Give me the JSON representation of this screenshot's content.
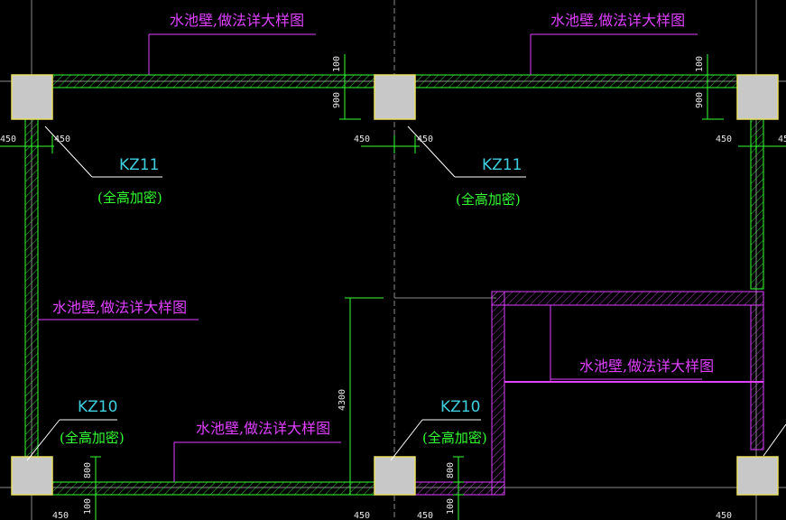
{
  "labels": {
    "wall_note": "水池壁,做法详大样图",
    "kz11": "KZ11",
    "kz10": "KZ10",
    "full_height_dense": "(全高加密)"
  },
  "dims": {
    "d450": "450",
    "d100": "100",
    "d900": "900",
    "d800": "800",
    "d4300": "4300"
  },
  "colors": {
    "background": "#000000",
    "wall_outline": "#33ff33",
    "pool_wall": "#e040ff",
    "column_fill": "#c8c8c8",
    "column_edge": "#e8e060",
    "axis": "#8a8a8a",
    "dimension": "#33ff33",
    "leader": "#ffffff",
    "column_label": "#3fd0e0"
  }
}
